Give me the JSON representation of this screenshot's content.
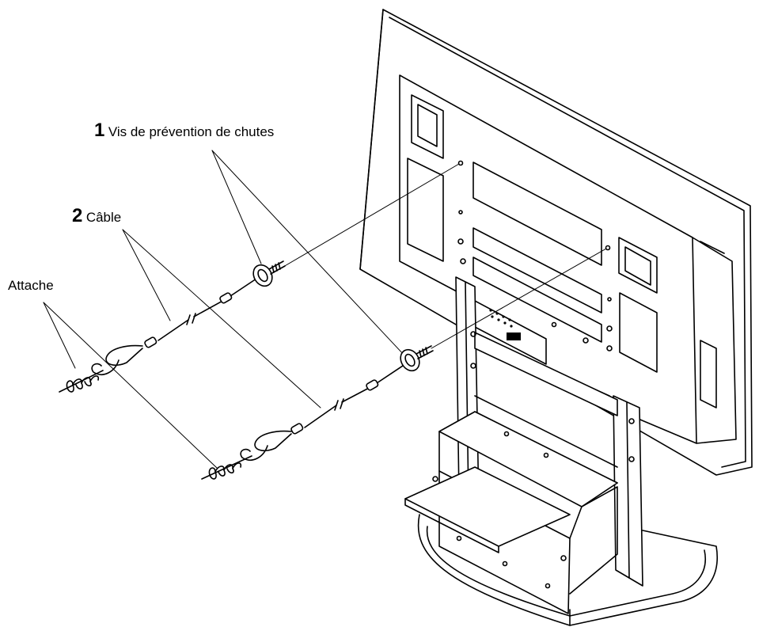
{
  "labels": {
    "screw": {
      "number": "1",
      "text": "Vis de prévention de chutes"
    },
    "cable": {
      "number": "2",
      "text": "Câble"
    },
    "clip": {
      "text": "Attache"
    }
  },
  "colors": {
    "line": "#000000",
    "background": "#ffffff",
    "fill": "#ffffff"
  }
}
